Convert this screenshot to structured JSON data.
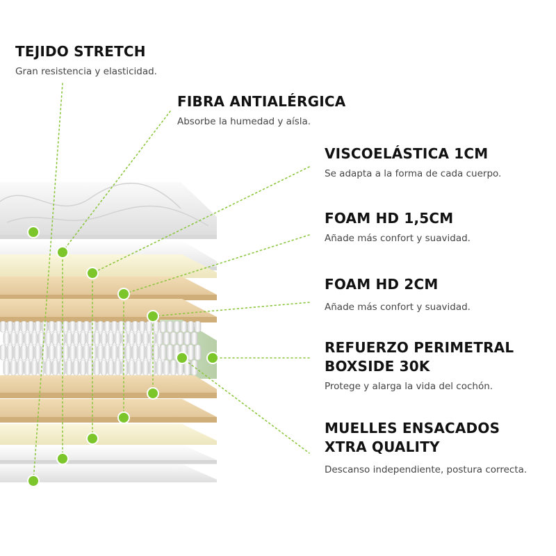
{
  "colors": {
    "accent": "#7cc62b",
    "dotted_line": "#8cc63f",
    "text": "#111111",
    "description": "#444444"
  },
  "layers": [
    {
      "title": "TEJIDO STRETCH",
      "description": "Gran resistencia y elasticidad."
    },
    {
      "title": "FIBRA ANTIALÉRGICA",
      "description": "Absorbe la humedad y aísla."
    },
    {
      "title": "VISCOELÁSTICA 1CM",
      "description": "Se adapta a la forma de cada cuerpo."
    },
    {
      "title": "FOAM HD 1,5CM",
      "description": "Añade más confort y suavidad."
    },
    {
      "title": "FOAM HD 2CM",
      "description": "Añade más confort y suavidad."
    },
    {
      "title_line1": "REFUERZO PERIMETRAL",
      "title_line2": "BOXSIDE 30K",
      "description": "Protege y alarga la vida del cochón."
    },
    {
      "title_line1": "MUELLES ENSACADOS",
      "title_line2": "XTRA QUALITY",
      "description": "Descanso independiente, postura correcta."
    }
  ]
}
